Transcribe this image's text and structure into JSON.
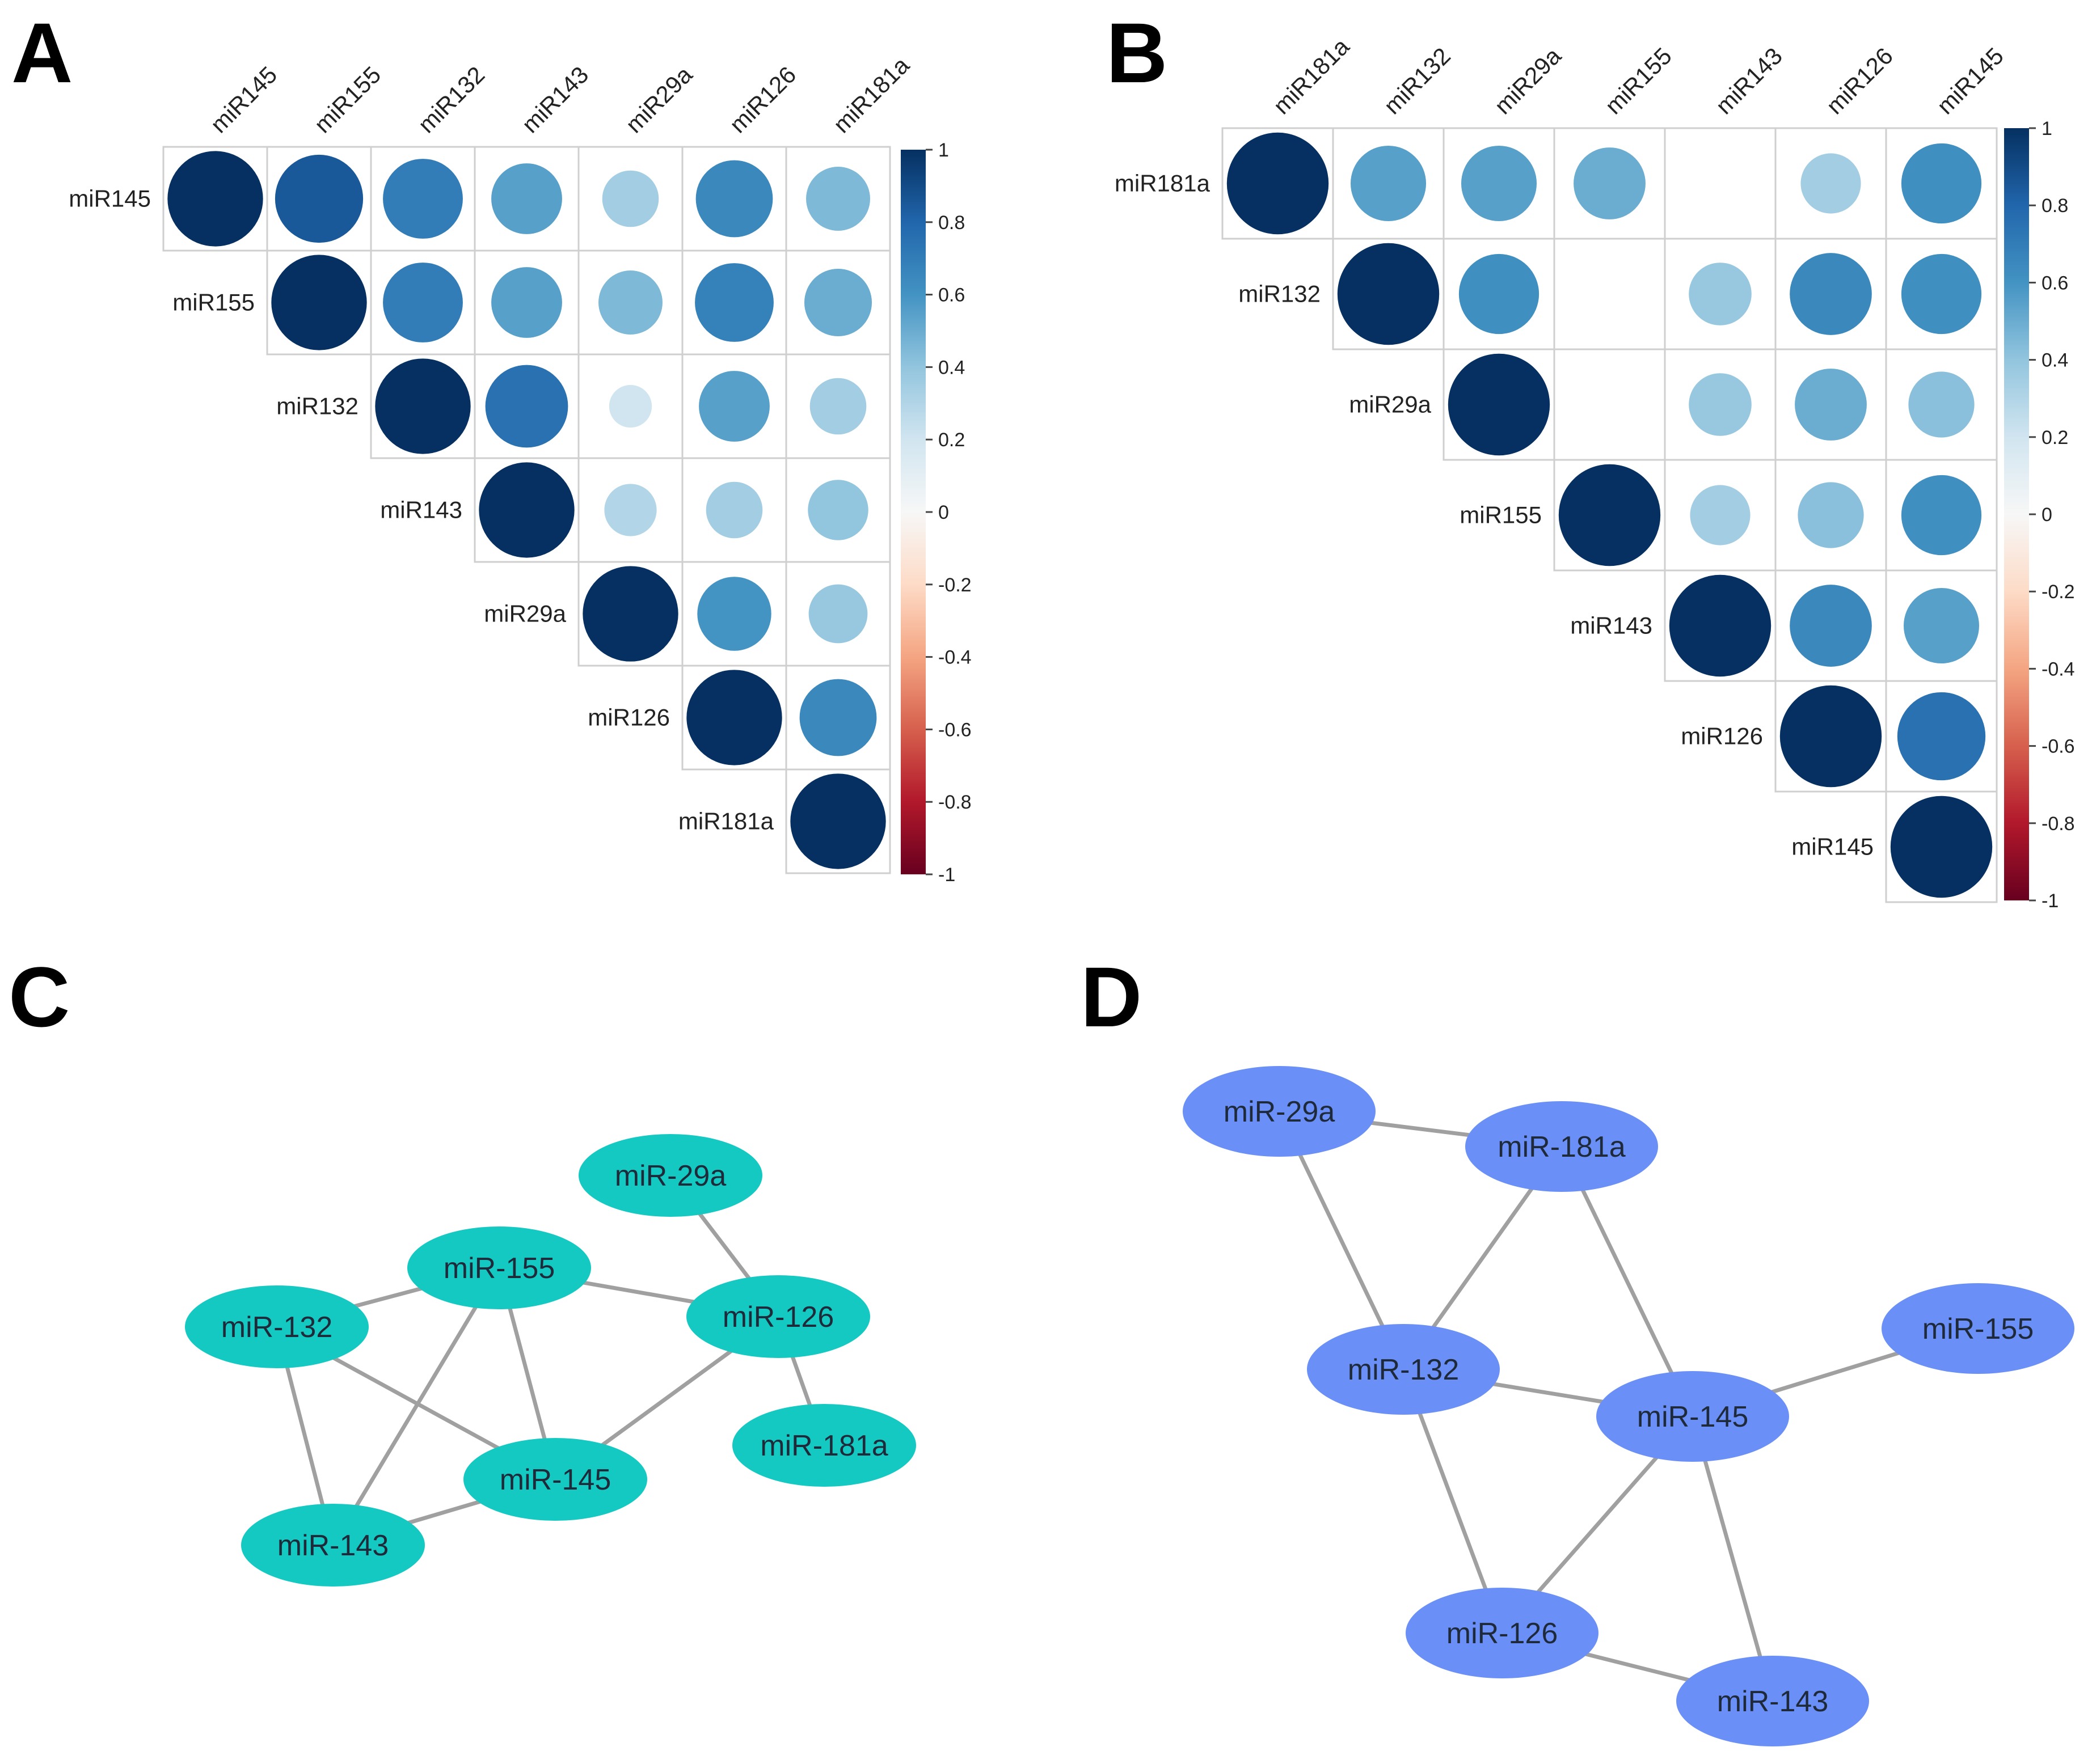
{
  "chart_data": [
    {
      "panel": "A",
      "type": "heatmap",
      "style": "correlation-matrix-upper-circles",
      "labels": [
        "miR145",
        "miR155",
        "miR132",
        "miR143",
        "miR29a",
        "miR126",
        "miR181a"
      ],
      "matrix": [
        [
          1.0,
          0.85,
          0.7,
          0.55,
          0.35,
          0.65,
          0.45
        ],
        [
          null,
          1.0,
          0.7,
          0.55,
          0.45,
          0.68,
          0.5
        ],
        [
          null,
          null,
          1.0,
          0.75,
          0.2,
          0.55,
          0.35
        ],
        [
          null,
          null,
          null,
          1.0,
          0.3,
          0.35,
          0.4
        ],
        [
          null,
          null,
          null,
          null,
          1.0,
          0.6,
          0.38
        ],
        [
          null,
          null,
          null,
          null,
          null,
          1.0,
          0.65
        ],
        [
          null,
          null,
          null,
          null,
          null,
          null,
          1.0
        ]
      ],
      "colorbar": {
        "range": [
          -1,
          1
        ],
        "ticks": [
          "1",
          "0.8",
          "0.6",
          "0.4",
          "0.2",
          "0",
          "-0.2",
          "-0.4",
          "-0.6",
          "-0.8",
          "-1"
        ]
      }
    },
    {
      "panel": "B",
      "type": "heatmap",
      "style": "correlation-matrix-upper-circles",
      "labels": [
        "miR181a",
        "miR132",
        "miR29a",
        "miR155",
        "miR143",
        "miR126",
        "miR145"
      ],
      "matrix": [
        [
          1.0,
          0.55,
          0.55,
          0.5,
          null,
          0.35,
          0.62
        ],
        [
          null,
          1.0,
          0.62,
          null,
          0.38,
          0.65,
          0.62
        ],
        [
          null,
          null,
          1.0,
          null,
          0.38,
          0.5,
          0.42
        ],
        [
          null,
          null,
          null,
          1.0,
          0.35,
          0.42,
          0.62
        ],
        [
          null,
          null,
          null,
          null,
          1.0,
          0.65,
          0.55
        ],
        [
          null,
          null,
          null,
          null,
          null,
          1.0,
          0.75
        ],
        [
          null,
          null,
          null,
          null,
          null,
          null,
          1.0
        ]
      ],
      "colorbar": {
        "range": [
          -1,
          1
        ],
        "ticks": [
          "1",
          "0.8",
          "0.6",
          "0.4",
          "0.2",
          "0",
          "-0.2",
          "-0.4",
          "-0.6",
          "-0.8",
          "-1"
        ]
      }
    }
  ],
  "panels": {
    "A": {
      "letter": "A"
    },
    "B": {
      "letter": "B"
    },
    "C": {
      "letter": "C",
      "node_color": "#14c9c2",
      "nodes": [
        {
          "id": "miR-29a",
          "label": "miR-29a"
        },
        {
          "id": "miR-155",
          "label": "miR-155"
        },
        {
          "id": "miR-132",
          "label": "miR-132"
        },
        {
          "id": "miR-126",
          "label": "miR-126"
        },
        {
          "id": "miR-181a",
          "label": "miR-181a"
        },
        {
          "id": "miR-145",
          "label": "miR-145"
        },
        {
          "id": "miR-143",
          "label": "miR-143"
        }
      ],
      "edges": [
        [
          "miR-132",
          "miR-155"
        ],
        [
          "miR-155",
          "miR-126"
        ],
        [
          "miR-29a",
          "miR-126"
        ],
        [
          "miR-126",
          "miR-181a"
        ],
        [
          "miR-132",
          "miR-145"
        ],
        [
          "miR-132",
          "miR-143"
        ],
        [
          "miR-155",
          "miR-143"
        ],
        [
          "miR-155",
          "miR-145"
        ],
        [
          "miR-145",
          "miR-126"
        ],
        [
          "miR-143",
          "miR-145"
        ]
      ]
    },
    "D": {
      "letter": "D",
      "node_color": "#6a8ff7",
      "nodes": [
        {
          "id": "miR-29a",
          "label": "miR-29a"
        },
        {
          "id": "miR-181a",
          "label": "miR-181a"
        },
        {
          "id": "miR-132",
          "label": "miR-132"
        },
        {
          "id": "miR-145",
          "label": "miR-145"
        },
        {
          "id": "miR-155",
          "label": "miR-155"
        },
        {
          "id": "miR-126",
          "label": "miR-126"
        },
        {
          "id": "miR-143",
          "label": "miR-143"
        }
      ],
      "edges": [
        [
          "miR-29a",
          "miR-181a"
        ],
        [
          "miR-29a",
          "miR-132"
        ],
        [
          "miR-181a",
          "miR-132"
        ],
        [
          "miR-181a",
          "miR-145"
        ],
        [
          "miR-132",
          "miR-145"
        ],
        [
          "miR-145",
          "miR-155"
        ],
        [
          "miR-132",
          "miR-126"
        ],
        [
          "miR-145",
          "miR-126"
        ],
        [
          "miR-145",
          "miR-143"
        ],
        [
          "miR-126",
          "miR-143"
        ]
      ]
    }
  }
}
